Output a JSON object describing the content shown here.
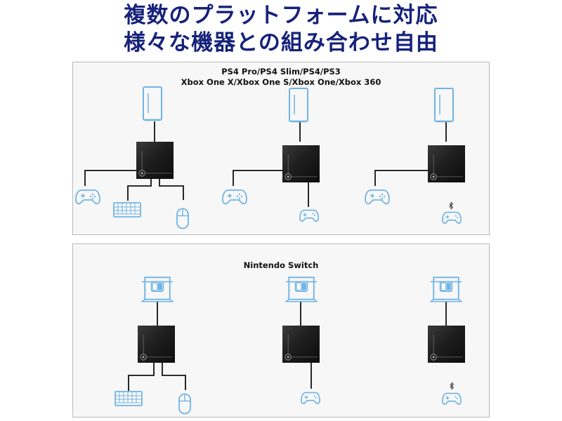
{
  "headline": {
    "line1": "複数のプラットフォームに対応",
    "line2": "様々な機器との組み合わせ自由"
  },
  "panels": {
    "playstation_xbox": {
      "title_line1": "PS4 Pro/PS4 Slim/PS4/PS3",
      "title_line2": "Xbox One X/Xbox One S/Xbox One/Xbox 360"
    },
    "switch": {
      "title": "Nintendo Switch"
    }
  },
  "colors": {
    "headline": "#16227a",
    "icon": "#6fb4e4",
    "adapter": "#1b1b1b",
    "line": "#111111",
    "panel_bg": "#f7f7f7"
  },
  "icons": [
    "console-icon",
    "switch-console-icon",
    "adapter-box",
    "gamepad-icon",
    "keyboard-icon",
    "mouse-icon",
    "bluetooth-icon"
  ]
}
